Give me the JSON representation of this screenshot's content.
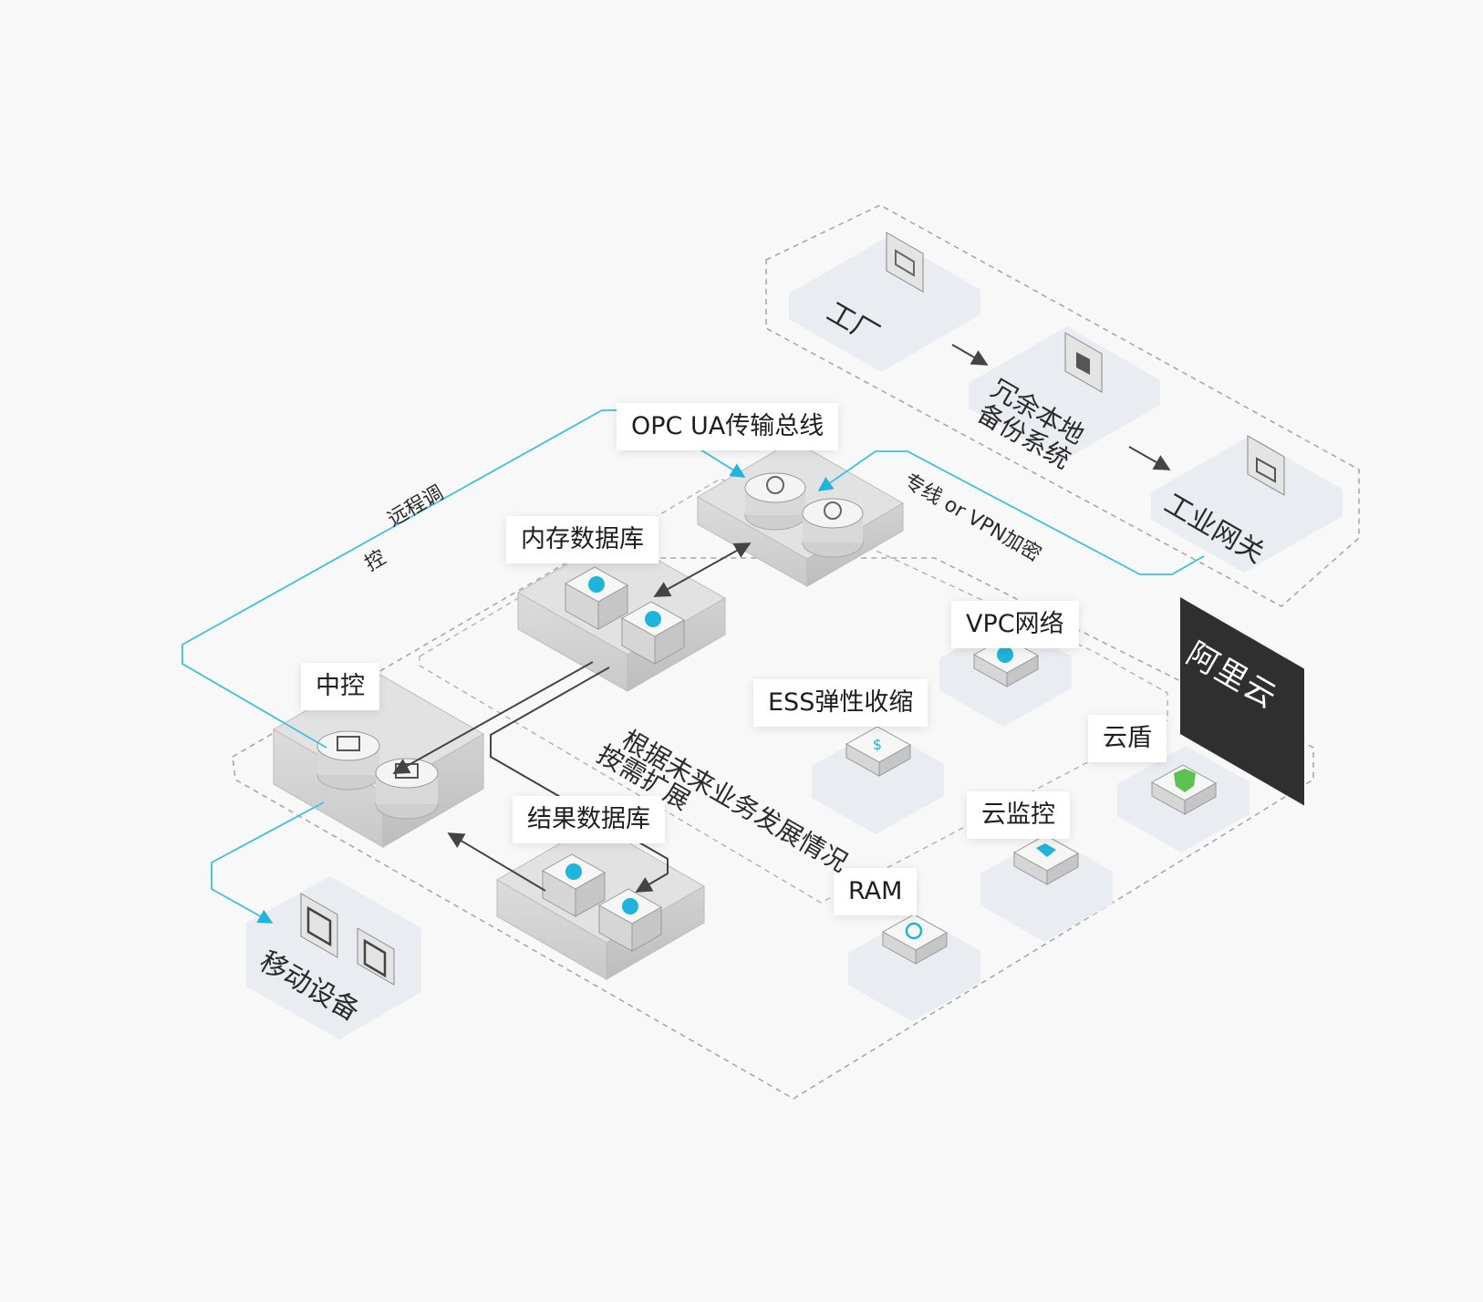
{
  "title": "",
  "cloud": {
    "name": "阿里云"
  },
  "nodes": {
    "opc_bus": "OPC UA传输总线",
    "memory_db": "内存数据库",
    "central_control": "中控",
    "result_db": "结果数据库",
    "vpc": "VPC网络",
    "ess": "ESS弹性收缩",
    "yundun": "云盾",
    "cloud_monitor": "云监控",
    "ram": "RAM"
  },
  "on_premise": {
    "factory": "工厂",
    "backup_line1": "冗余本地",
    "backup_line2": "备份系统",
    "gateway": "工业网关"
  },
  "mobile": "移动设备",
  "annotations": {
    "remote_line1": "远程调",
    "remote_line2": "控",
    "dedicated_link": "专线 or VPN加密",
    "scale_line1": "根据未来业务发展情况",
    "scale_line2": "按需扩展"
  },
  "colors": {
    "accent": "#1fb4dc",
    "connector": "#3cc0de",
    "arrow": "#444444",
    "tile": "#e9ecf0",
    "dashed": "#a8a8a8",
    "shield_green": "#5cc24f"
  },
  "icons": {
    "opc_bus": "bulb-icon",
    "central_control": "monitor-icon",
    "memory_db": "database-icon",
    "result_db": "cluster-icon",
    "factory": "factory-icon",
    "backup": "document-icon",
    "gateway": "gateway-icon",
    "mobile": "tablet-icon",
    "vpc": "network-icon",
    "ess": "scale-icon",
    "yundun": "shield-icon",
    "cloud_monitor": "monitor-chart-icon",
    "ram": "key-icon"
  }
}
